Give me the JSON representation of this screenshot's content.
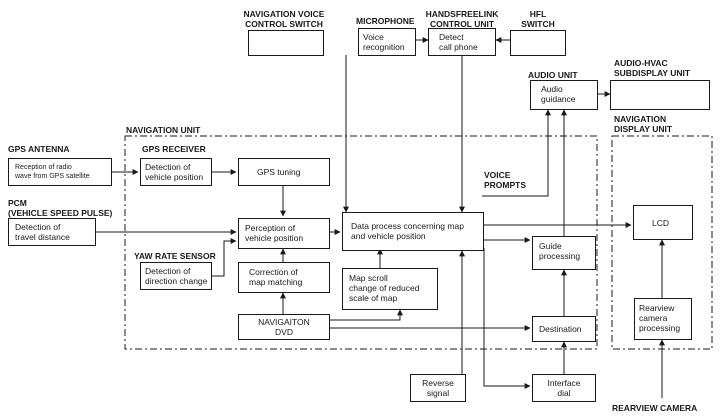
{
  "labels": {
    "nav_voice_switch": "NAVIGATION VOICE\nCONTROL SWITCH",
    "microphone": "MICROPHONE",
    "hfl_control_unit": "HANDSFREELINK\nCONTROL UNIT",
    "hfl_switch": "HFL\nSWITCH",
    "audio_unit": "AUDIO UNIT",
    "audio_hvac": "AUDIO-HVAC\nSUBDISPLAY UNIT",
    "navigation_unit": "NAVIGATION UNIT",
    "navigation_display_unit": "NAVIGATION\nDISPLAY UNIT",
    "gps_antenna": "GPS ANTENNA",
    "gps_receiver": "GPS RECEIVER",
    "pcm": "PCM\n(VEHICLE SPEED PULSE)",
    "voice_prompts": "VOICE\nPROMPTS",
    "yaw_rate_sensor": "YAW RATE SENSOR",
    "rearview_camera": "REARVIEW CAMERA"
  },
  "boxes": {
    "voice_recognition": "Voice\nrecognition",
    "detect_call_phone": "Detect\ncall phone",
    "audio_guidance": "Audio\nguidance",
    "gps_reception": "Reception of radio\nwave from GPS satellite",
    "detection_position": "Detection of\nvehicle position",
    "gps_tuning": "GPS tuning",
    "travel_distance": "Detection of\ntravel distance",
    "perception_position": "Perception of\nvehicle position",
    "data_process": "Data process concerning map\nand vehicle position",
    "lcd": "LCD",
    "direction_change": "Detection of\ndirection change",
    "correction_matching": "Correction of\nmap matching",
    "map_scroll": "Map scroll\nchange of reduced\nscale of map",
    "guide_processing": "Guide\nprocessing",
    "navigation_dvd": "NAVIGAITON\nDVD",
    "destination": "Destination",
    "rearview_processing": "Rearview\ncamera\nprocessing",
    "reverse_signal": "Reverse\nsignal",
    "interface_dial": "Interface\ndial"
  }
}
